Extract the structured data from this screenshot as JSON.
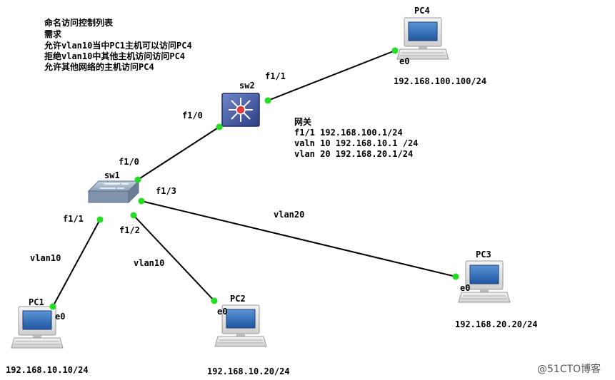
{
  "requirements": {
    "lines": [
      "命名访问控制列表",
      "需求",
      "允许vlan10当中PC1主机可以访问PC4",
      "拒绝vlan10中其他主机访问访问PC4",
      "允许其他网络的主机访问PC4"
    ]
  },
  "gateway": {
    "lines": [
      "网关",
      "f1/1 192.168.100.1/24",
      "valn 10 192.168.10.1 /24",
      "vlan 20 192.168.20.1/24"
    ]
  },
  "devices": {
    "pc1": {
      "name": "PC1",
      "port": "e0",
      "ip": "192.168.10.10/24"
    },
    "pc2": {
      "name": "PC2",
      "port": "e0",
      "ip": "192.168.10.20/24"
    },
    "pc3": {
      "name": "PC3",
      "port": "e0",
      "ip": "192.168.20.20/24"
    },
    "pc4": {
      "name": "PC4",
      "port": "e0",
      "ip": "192.168.100.100/24"
    },
    "sw1": {
      "name": "sw1"
    },
    "sw2": {
      "name": "sw2"
    }
  },
  "ports": {
    "sw2_f1_1": "f1/1",
    "sw2_f1_0": "f1/0",
    "sw1_f1_0": "f1/0",
    "sw1_f1_1": "f1/1",
    "sw1_f1_2": "f1/2",
    "sw1_f1_3": "f1/3"
  },
  "links": {
    "pc1_vlan": "vlan10",
    "pc2_vlan": "vlan10",
    "pc3_vlan": "vlan20"
  },
  "colors": {
    "link": "#000000",
    "port_dot": "#22dd22",
    "pc_screen": "#2f6fb8",
    "sw2_body": "#4b63a9"
  },
  "watermark": "@51CTO博客"
}
